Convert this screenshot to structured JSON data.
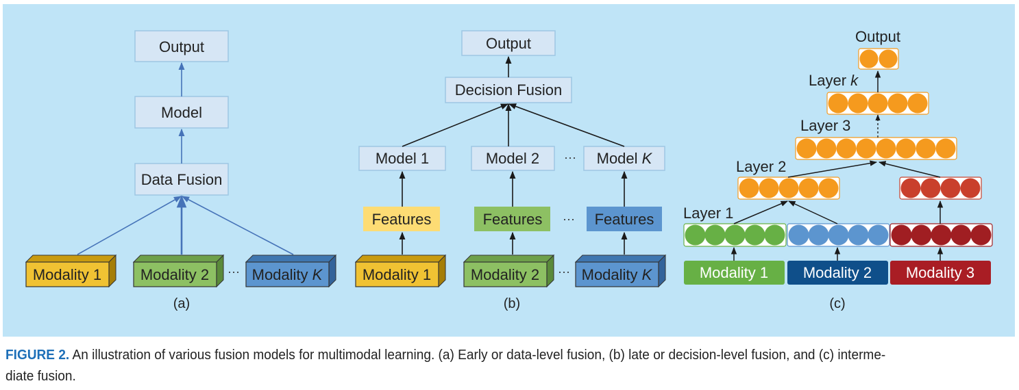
{
  "colors": {
    "background": "#bfe4f7",
    "box_fill": "#d6e6f5",
    "box_stroke": "#9ec6e4",
    "arrow_blue": "#4673b8",
    "yellow": "#f0c233",
    "green": "#8dc063",
    "blue": "#5c95cf",
    "light_yellow": "#fddc74",
    "orange": "#f59a1e",
    "dark_red": "#a01e22",
    "red": "#c9402c",
    "caption_accent": "#1d6fb8",
    "label_green": "#67b045",
    "label_navy": "#0f4f8a",
    "label_red": "#a91d24"
  },
  "panel_a": {
    "output": "Output",
    "model": "Model",
    "data_fusion": "Data Fusion",
    "modalities": [
      "Modality 1",
      "Modality 2",
      "Modality "
    ],
    "modality_k_letter": "K",
    "ellipsis": "···",
    "sublabel": "(a)"
  },
  "panel_b": {
    "output": "Output",
    "decision_fusion": "Decision Fusion",
    "models": [
      "Model 1",
      "Model 2",
      "Model "
    ],
    "model_k_letter": "K",
    "features": [
      "Features",
      "Features",
      "Features"
    ],
    "modalities": [
      "Modality 1",
      "Modality 2",
      "Modality "
    ],
    "modality_k_letter": "K",
    "ellipsis": "···",
    "sublabel": "(b)"
  },
  "panel_c": {
    "output": "Output",
    "layer_k": "Layer ",
    "layer_k_letter": "k",
    "layer_3": "Layer 3",
    "layer_2": "Layer 2",
    "layer_1": "Layer 1",
    "modalities": [
      "Modality 1",
      "Modality 2",
      "Modality 3"
    ],
    "sublabel": "(c)"
  },
  "caption": {
    "figure_label": "FIGURE 2.",
    "text": " An illustration of various fusion models for multimodal learning. (a) Early or data-level fusion, (b) late or decision-level fusion, and (c) interme-",
    "text_line2": "diate fusion."
  }
}
